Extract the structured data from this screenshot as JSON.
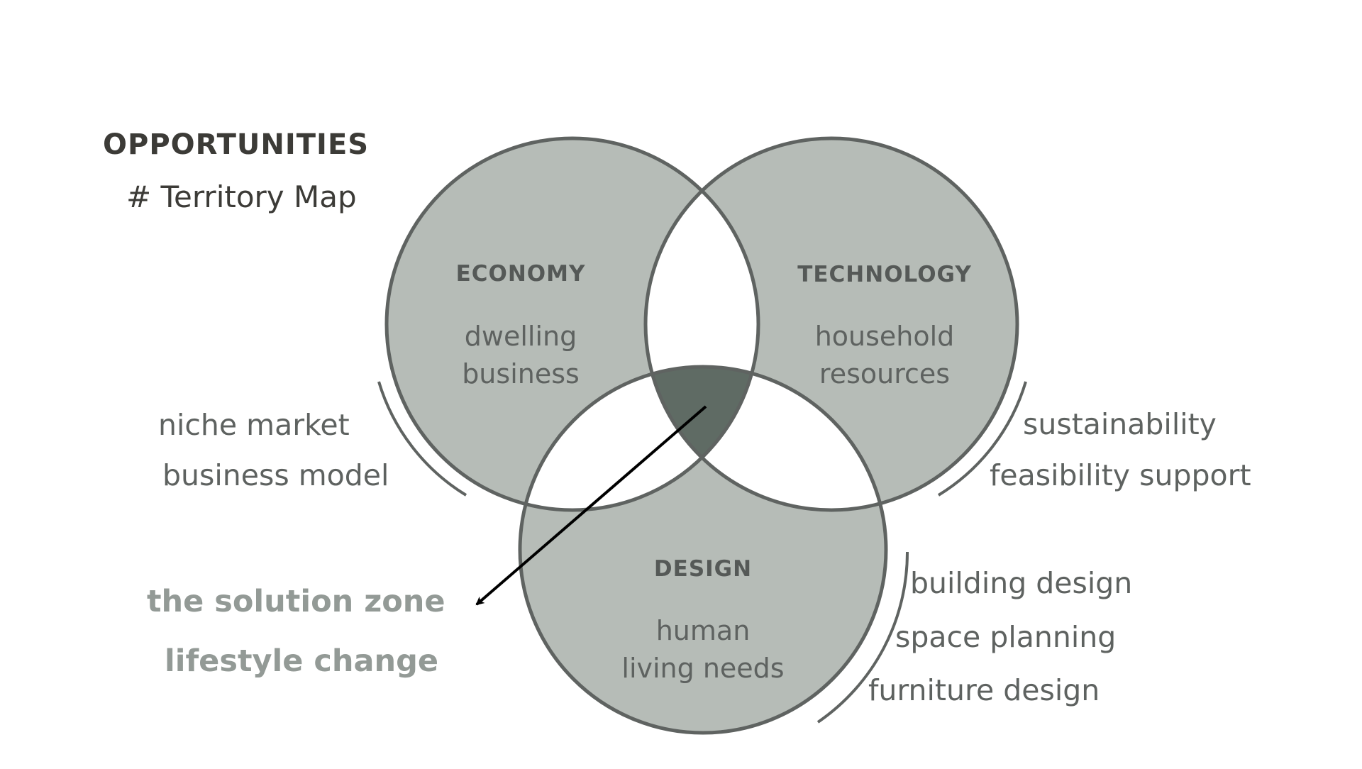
{
  "title": {
    "heading": "OPPORTUNITIES",
    "subheading": "# Territory Map"
  },
  "colors": {
    "circle_fill": "#b6bcb7",
    "circle_stroke": "#5f6361",
    "center_fill": "#5f6b64",
    "heading_text": "#3c3b37",
    "label_text": "#5e6260",
    "solution_text": "#939a96",
    "arrow": "#000000"
  },
  "circles": [
    {
      "id": "economy",
      "label": "ECONOMY",
      "lines": [
        "dwelling",
        "business"
      ]
    },
    {
      "id": "technology",
      "label": "TECHNOLOGY",
      "lines": [
        "household",
        "resources"
      ]
    },
    {
      "id": "design",
      "label": "DESIGN",
      "lines": [
        "human",
        "living needs"
      ]
    }
  ],
  "side_labels": {
    "economy": [
      "niche market",
      "business model"
    ],
    "technology": [
      "sustainability",
      "feasibility support"
    ],
    "design": [
      "building design",
      "space planning",
      "furniture design"
    ]
  },
  "solution": {
    "lines": [
      "the solution zone",
      "lifestyle change"
    ],
    "pointer": "arrow from center intersection to solution label"
  }
}
